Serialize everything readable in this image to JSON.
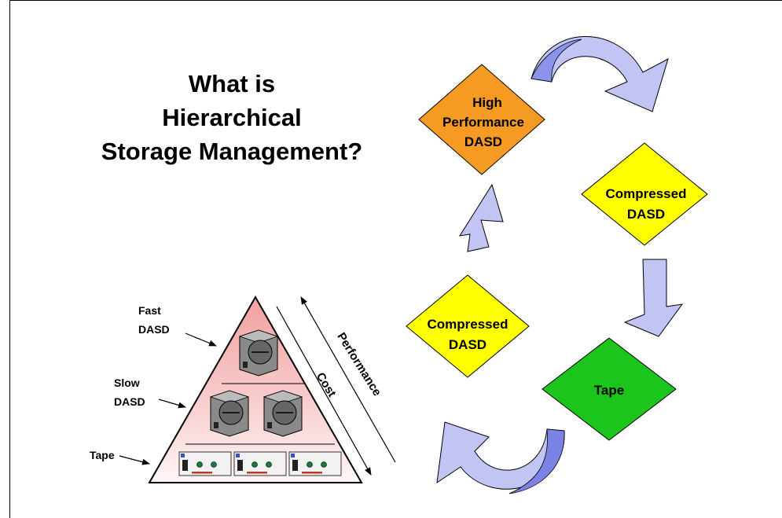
{
  "title": {
    "line1": "What is",
    "line2": "Hierarchical",
    "line3": "Storage Management?"
  },
  "cycle": {
    "high_performance": {
      "line1": "High",
      "line2": "Performance",
      "line3": "DASD",
      "color": "#f59a23"
    },
    "compressed_right": {
      "line1": "Compressed",
      "line2": "DASD",
      "color": "#ffff00"
    },
    "tape": {
      "label": "Tape",
      "color": "#1cc51c"
    },
    "compressed_left": {
      "line1": "Compressed",
      "line2": "DASD",
      "color": "#ffff00"
    },
    "arrow_color": "#c2c5f3"
  },
  "pyramid": {
    "fast_dasd": {
      "line1": "Fast",
      "line2": "DASD"
    },
    "slow_dasd": {
      "line1": "Slow",
      "line2": "DASD"
    },
    "tape": "Tape",
    "performance": "Performance",
    "cost": "Cost",
    "top_color": "#f2a0a0"
  }
}
